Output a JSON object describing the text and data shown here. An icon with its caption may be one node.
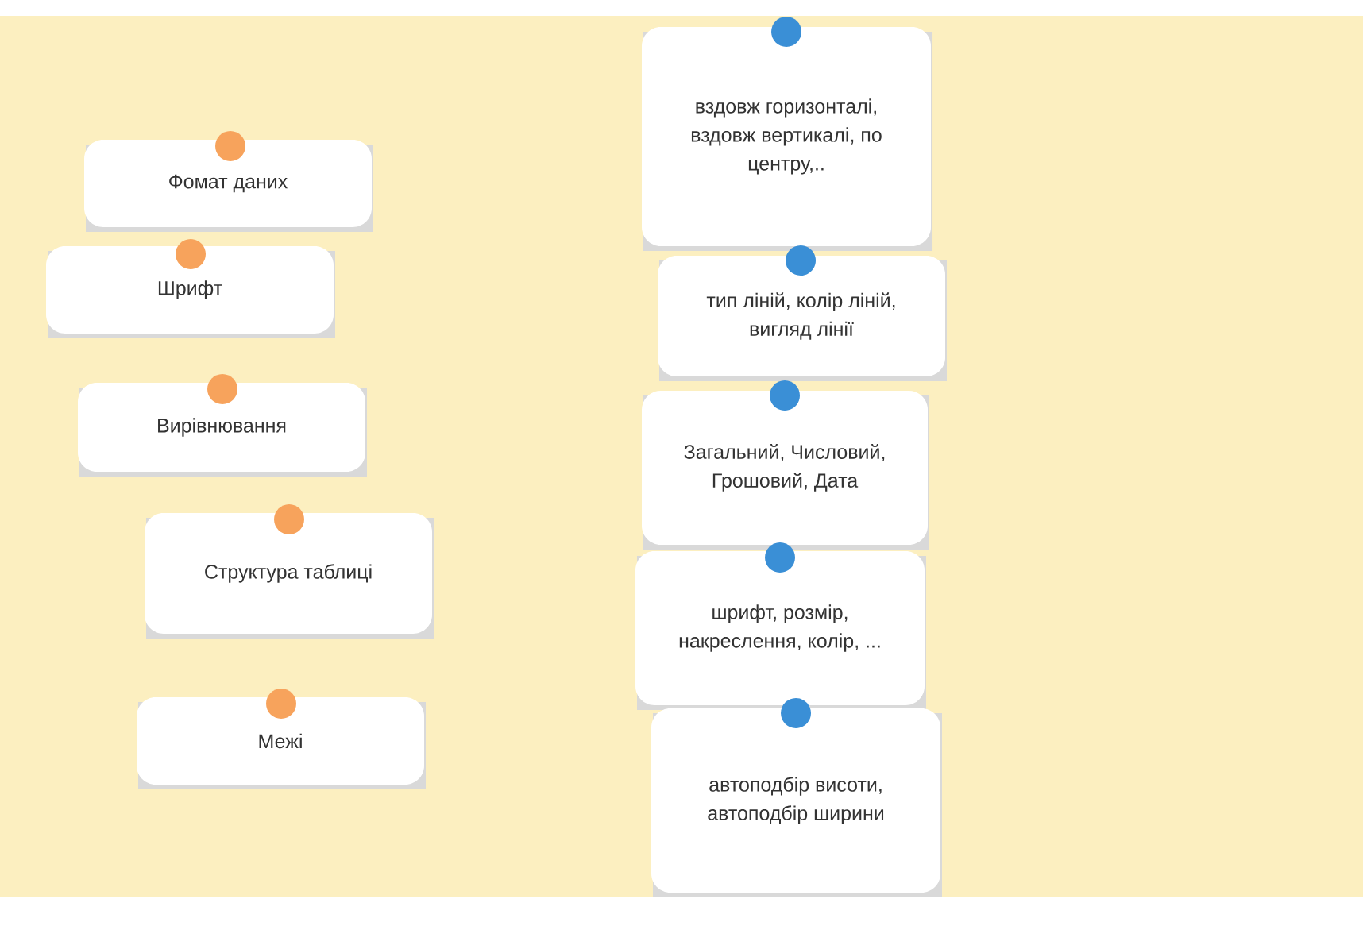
{
  "diagram": {
    "nodes": [
      {
        "text": [
          "Фомат даних"
        ]
      },
      {
        "text": [
          "Шрифт"
        ]
      },
      {
        "text": [
          "Вирівнювання"
        ]
      },
      {
        "text": [
          "Структура таблиці"
        ]
      },
      {
        "text": [
          "Межі"
        ]
      },
      {
        "text": [
          "вздовж горизонталі, вздовж вертикалі, по центру,.."
        ]
      },
      {
        "text": [
          "тип ліній, колір ліній, вигляд лінії"
        ]
      },
      {
        "text": [
          "Загальний, Числовий, Грошовий, Дата"
        ]
      },
      {
        "text": [
          "шрифт, розмір, накреслення, колір, ..."
        ]
      },
      {
        "text": [
          "автоподбір висоти, автоподбір ширини"
        ]
      }
    ]
  }
}
